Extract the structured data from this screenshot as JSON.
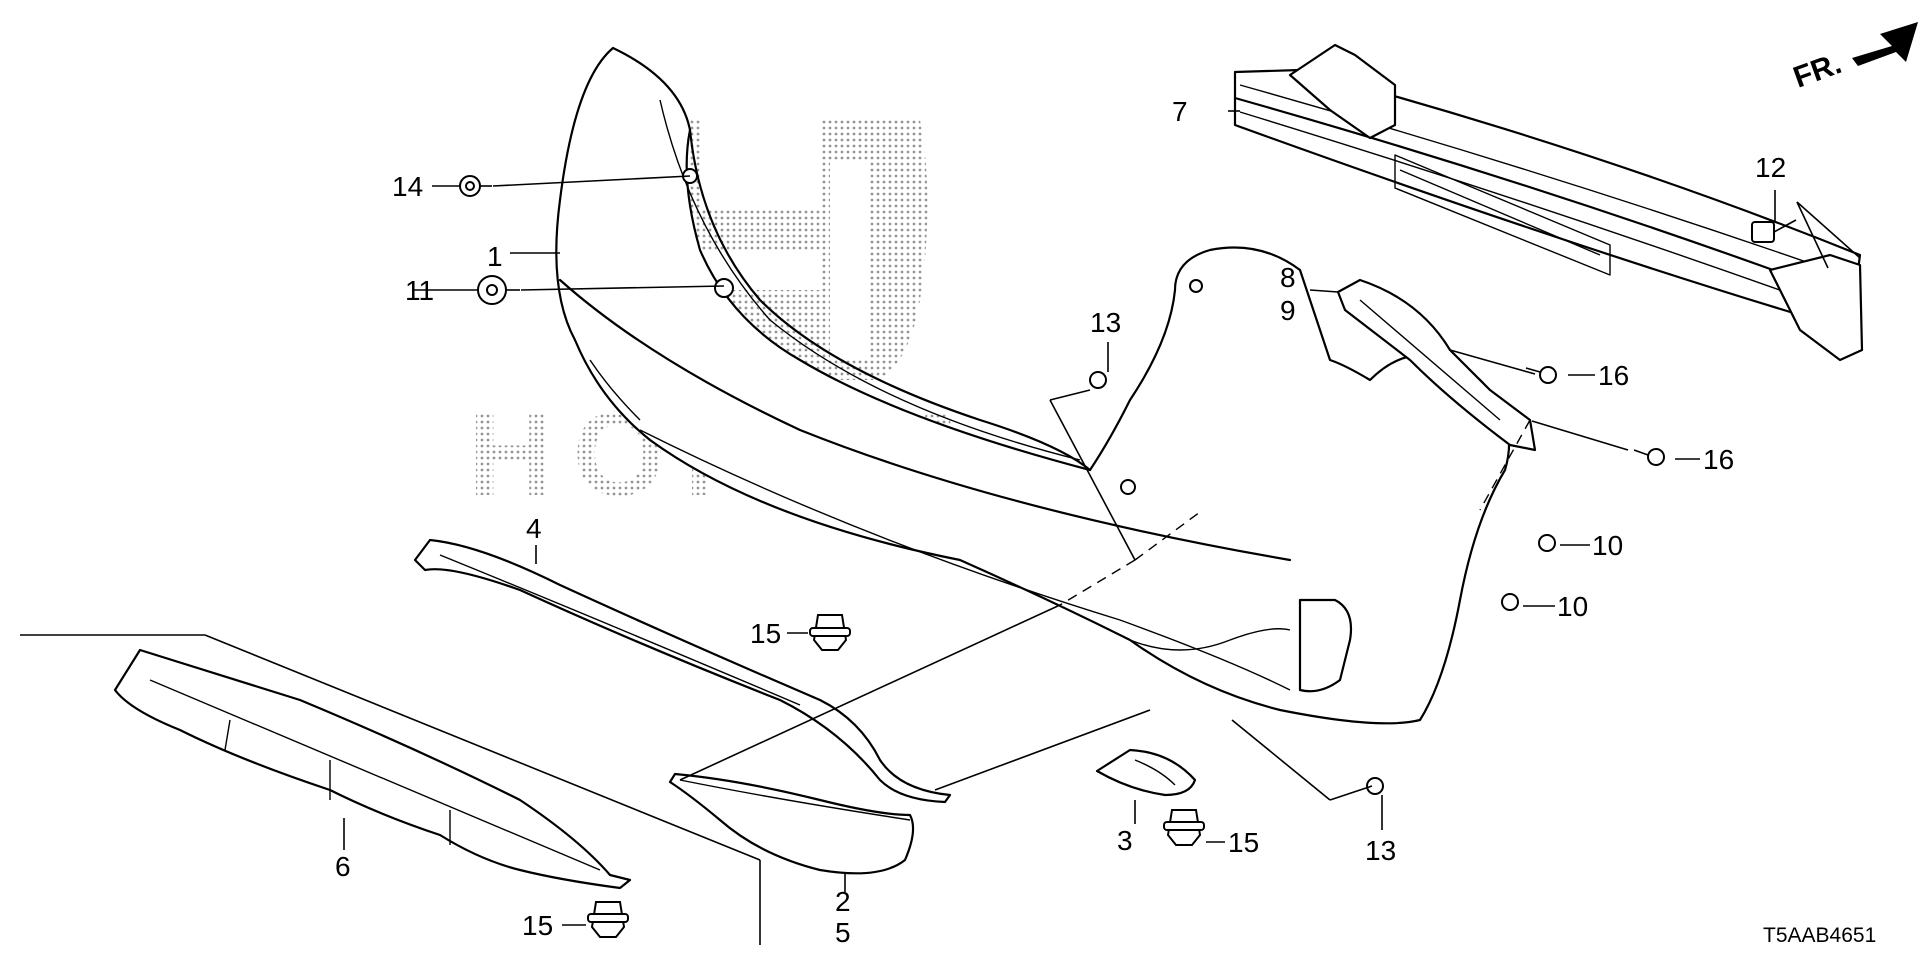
{
  "direction_label": "FR.",
  "diagram_code": "T5AAB4651",
  "watermark": {
    "emblem_letter": "H",
    "wordmark": "HONDA"
  },
  "callouts": [
    {
      "id": "c1",
      "text": "1"
    },
    {
      "id": "c2",
      "text": "2"
    },
    {
      "id": "c3",
      "text": "3"
    },
    {
      "id": "c4",
      "text": "4"
    },
    {
      "id": "c5",
      "text": "5"
    },
    {
      "id": "c6",
      "text": "6"
    },
    {
      "id": "c7",
      "text": "7"
    },
    {
      "id": "c8",
      "text": "8"
    },
    {
      "id": "c9",
      "text": "9"
    },
    {
      "id": "c10a",
      "text": "10"
    },
    {
      "id": "c10b",
      "text": "10"
    },
    {
      "id": "c11",
      "text": "11"
    },
    {
      "id": "c12",
      "text": "12"
    },
    {
      "id": "c13a",
      "text": "13"
    },
    {
      "id": "c13b",
      "text": "13"
    },
    {
      "id": "c14",
      "text": "14"
    },
    {
      "id": "c15a",
      "text": "15"
    },
    {
      "id": "c15b",
      "text": "15"
    },
    {
      "id": "c15c",
      "text": "15"
    },
    {
      "id": "c16a",
      "text": "16"
    },
    {
      "id": "c16b",
      "text": "16"
    }
  ]
}
